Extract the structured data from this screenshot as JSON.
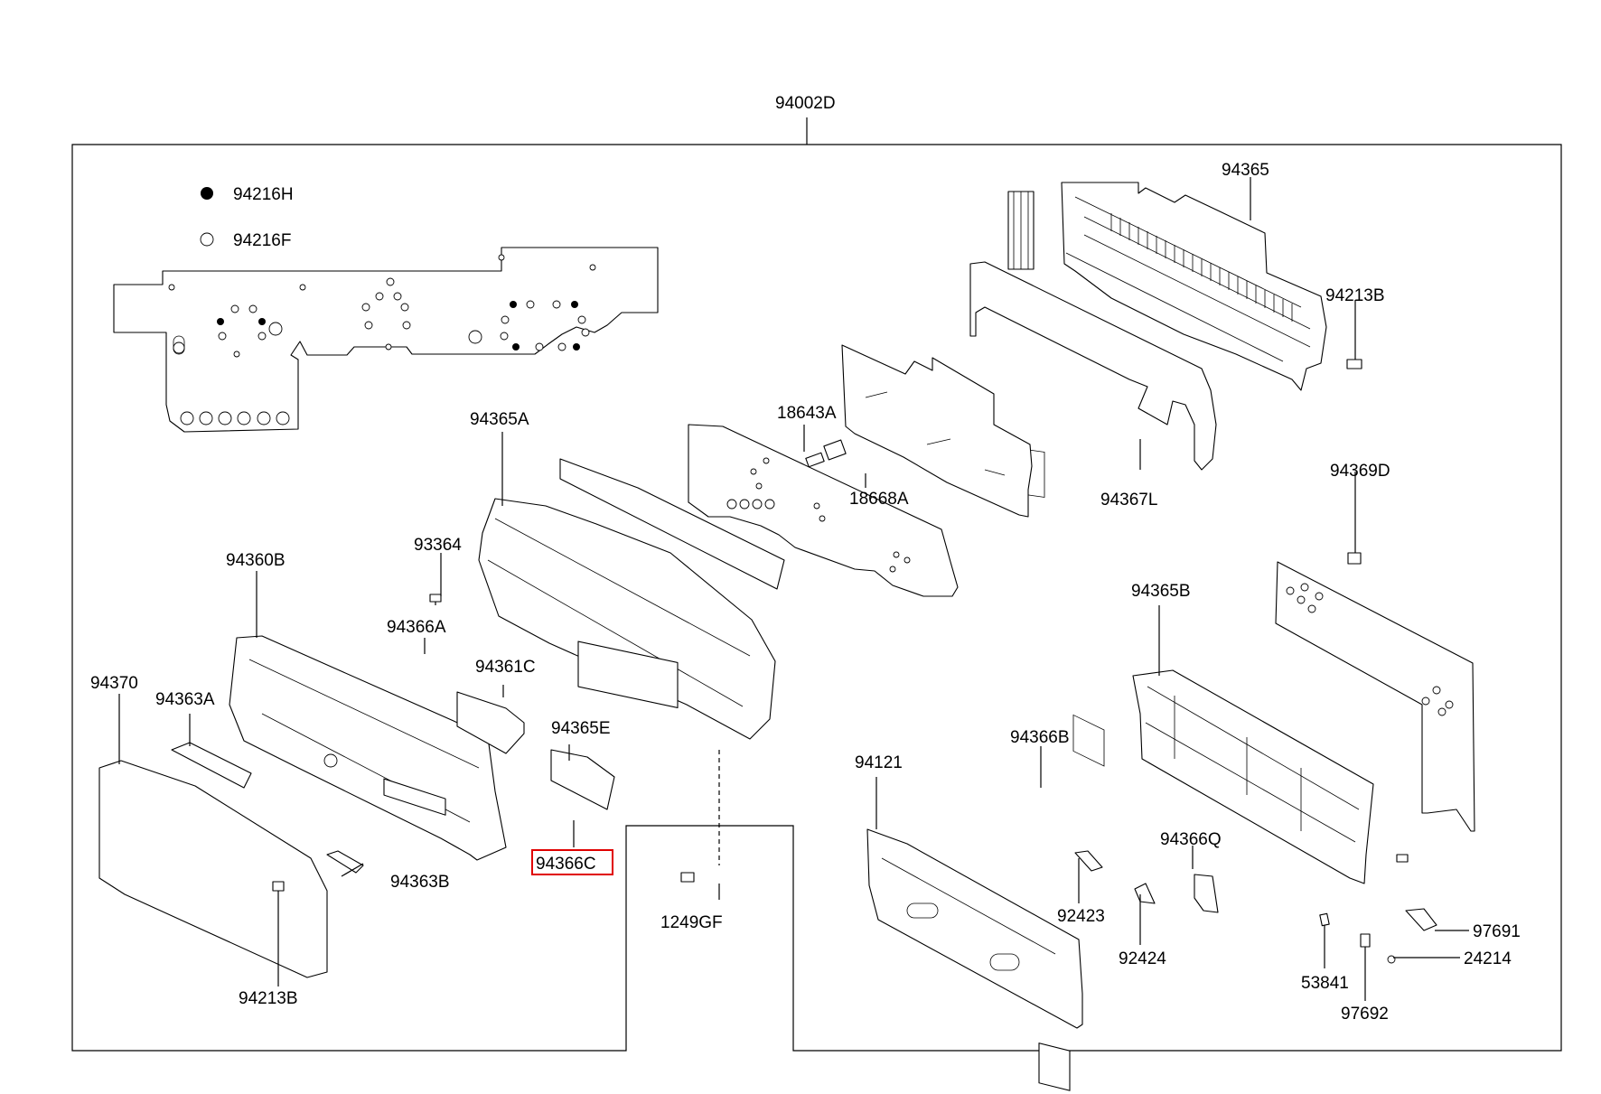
{
  "diagram": {
    "assembly_label": "94002D",
    "legend": [
      {
        "symbol": "filled-circle",
        "label": "94216H"
      },
      {
        "symbol": "open-circle",
        "label": "94216F"
      }
    ],
    "callouts": {
      "c94365": "94365",
      "c94213B_top": "94213B",
      "c94365A": "94365A",
      "c18643A": "18643A",
      "c18668A": "18668A",
      "c94367L": "94367L",
      "c94369D": "94369D",
      "c93364": "93364",
      "c94360B": "94360B",
      "c94366A": "94366A",
      "c94361C": "94361C",
      "c94370": "94370",
      "c94363A": "94363A",
      "c94365E": "94365E",
      "c94365B": "94365B",
      "c94366B": "94366B",
      "c94121": "94121",
      "c94366C": "94366C",
      "c94363B": "94363B",
      "c1249GF": "1249GF",
      "c94366Q": "94366Q",
      "c92423": "92423",
      "c92424": "92424",
      "c97691": "97691",
      "c24214": "24214",
      "c53841": "53841",
      "c97692": "97692",
      "c94213B_bottom": "94213B"
    },
    "highlighted_callout": "94366C",
    "highlight_color": "#e00000"
  }
}
